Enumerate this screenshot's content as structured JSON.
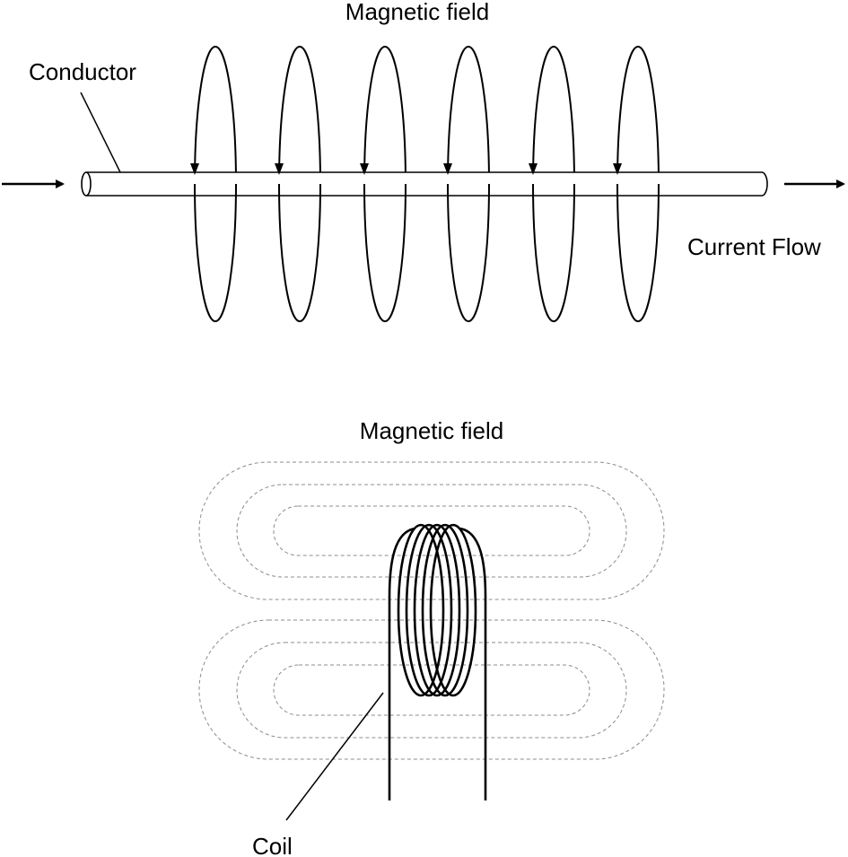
{
  "top_diagram": {
    "field_label": "Magnetic field",
    "conductor_label": "Conductor",
    "current_label": "Current Flow"
  },
  "bottom_diagram": {
    "field_label": "Magnetic field",
    "coil_label": "Coil"
  },
  "colors": {
    "line": "#000000",
    "field_dashed": "#8c8c8c",
    "background": "#ffffff"
  }
}
